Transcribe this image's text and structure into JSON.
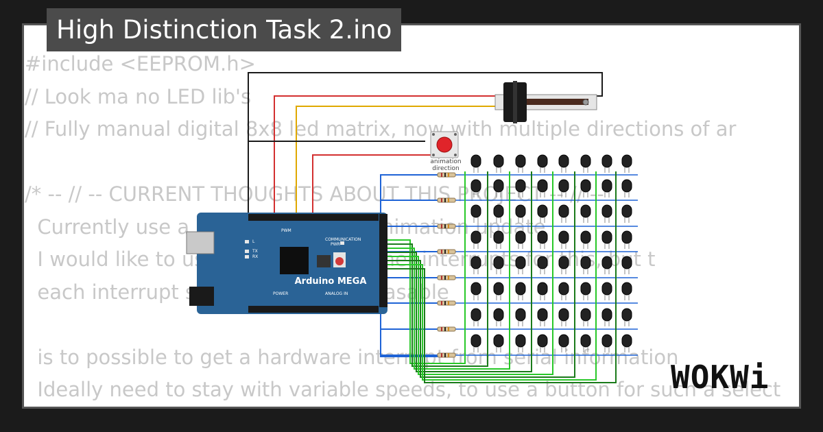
{
  "title": "High Distinction Task 2.ino",
  "code_lines": [
    "#include <EEPROM.h>",
    "// Look ma no LED lib's",
    "// Fully manual digital 8x8 led matrix, now with multiple directions of ar",
    "",
    "/* -- // -- CURRENT THOUGHTS ABOUT THIS PROJECT -- // --",
    "  Currently use a button to control animation update",
    "  I would like to use the hardware timer interrupts for this, but t",
    "  each interrupt so its not entirely feasable",
    "",
    "  is to possible to get a hardware interrupt from serial information",
    "  Ideally need to stay with variable speeds, to use a button for such a select"
  ],
  "board": {
    "name": "Arduino MEGA",
    "header_labels": [
      "PWM",
      "COMMUNICATION",
      "POWER",
      "ANALOG IN"
    ],
    "leds": [
      "L",
      "TX",
      "RX"
    ],
    "pwr_label": "PWR"
  },
  "button_label": "animation direction",
  "logo_text": "WOKWi",
  "colors": {
    "wire_black": "#1a1a1a",
    "wire_red": "#d32f2f",
    "wire_yellow": "#e0a800",
    "wire_blue": "#1e63d6",
    "wire_green": "#28c828",
    "board_blue": "#2a6396",
    "led_dark": "#222222"
  },
  "matrix": {
    "rows": 8,
    "cols": 8
  }
}
